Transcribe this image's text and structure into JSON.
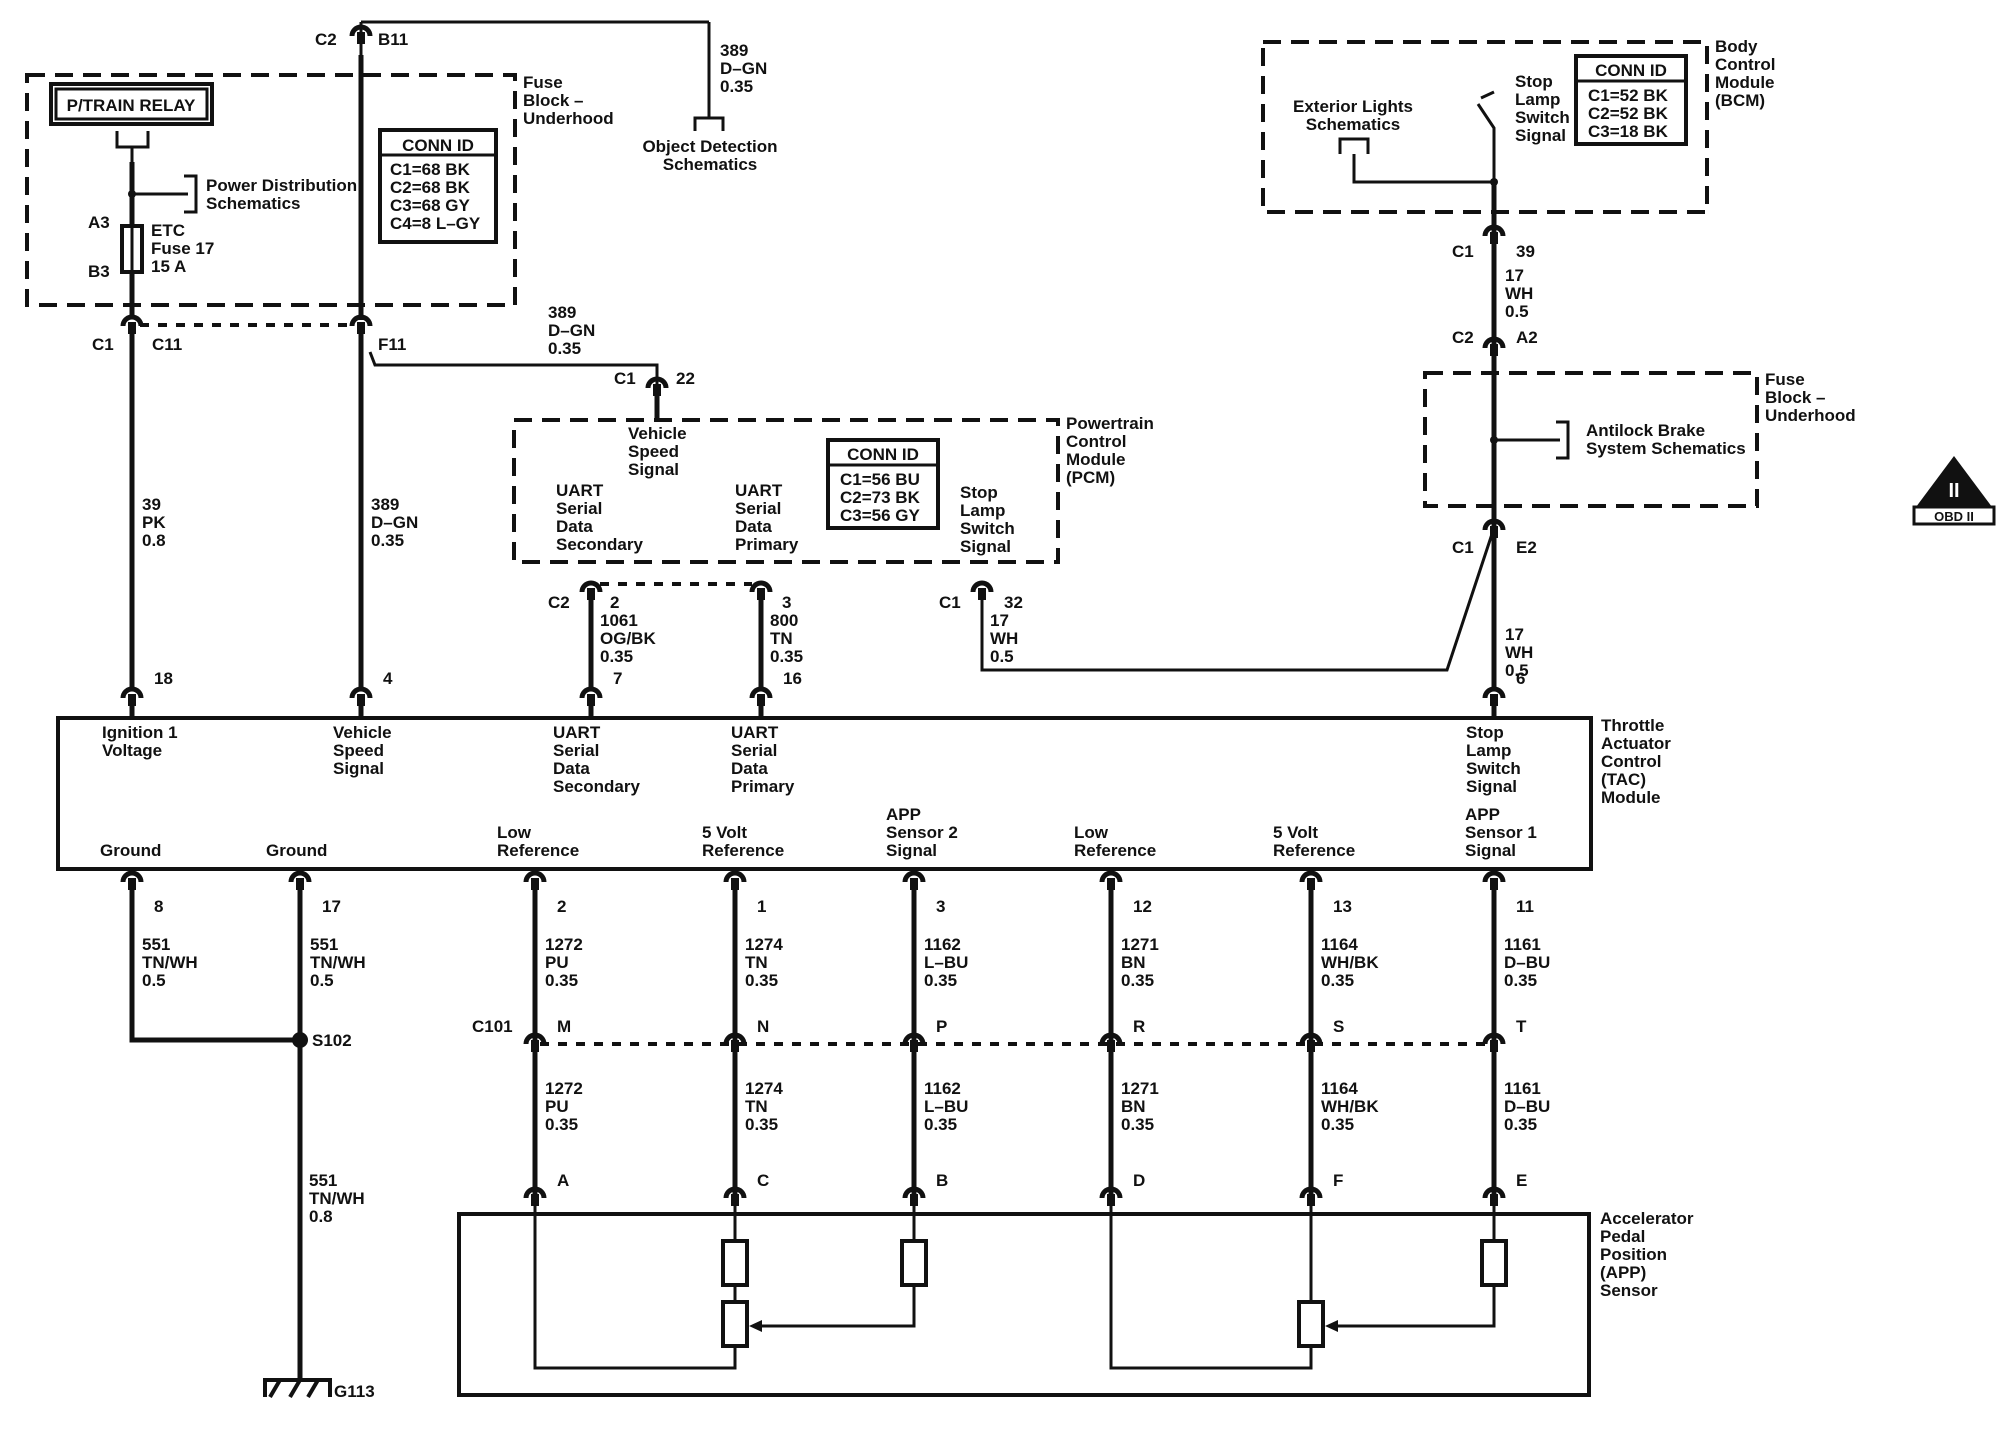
{
  "relay": {
    "label": "P/TRAIN RELAY"
  },
  "fuse_block_top": {
    "label": [
      "Fuse",
      "Block –",
      "Underhood"
    ]
  },
  "power_dist": {
    "label": [
      "Power Distribution",
      "Schematics"
    ]
  },
  "etc_fuse": {
    "top_pin": "A3",
    "bottom_pin": "B3",
    "label": [
      "ETC",
      "Fuse 17",
      "15 A"
    ]
  },
  "conn_id_fuse": {
    "title": "CONN ID",
    "rows": [
      "C1=68 BK",
      "C2=68 BK",
      "C3=68 GY",
      "C4=8 L–GY"
    ]
  },
  "top_conn": {
    "left": "C2",
    "right": "B11"
  },
  "top_wire": {
    "lines": [
      "389",
      "D–GN",
      "0.35"
    ]
  },
  "object_detection": {
    "label": [
      "Object Detection",
      "Schematics"
    ]
  },
  "c1_c11": {
    "left": "C1",
    "right": "C11"
  },
  "f11": {
    "label": "F11"
  },
  "pcm_feed_wire": {
    "lines": [
      "389",
      "D–GN",
      "0.35"
    ]
  },
  "pcm_c1_22": {
    "left": "C1",
    "right": "22"
  },
  "pcm": {
    "label": [
      "Powertrain",
      "Control",
      "Module",
      "(PCM)"
    ],
    "vss": [
      "Vehicle",
      "Speed",
      "Signal"
    ],
    "uart_secondary": [
      "UART",
      "Serial",
      "Data",
      "Secondary"
    ],
    "uart_primary": [
      "UART",
      "Serial",
      "Data",
      "Primary"
    ],
    "stop_lamp": [
      "Stop",
      "Lamp",
      "Switch",
      "Signal"
    ],
    "conn_id": {
      "title": "CONN ID",
      "rows": [
        "C1=56 BU",
        "C2=73 BK",
        "C3=56 GY"
      ]
    }
  },
  "wire_39": {
    "lines": [
      "39",
      "PK",
      "0.8"
    ]
  },
  "wire_389_vss": {
    "lines": [
      "389",
      "D–GN",
      "0.35"
    ]
  },
  "pcm_pins": {
    "c2": "C2",
    "pin2": "2",
    "wire_1061": [
      "1061",
      "OG/BK",
      "0.35"
    ],
    "pin3": "3",
    "wire_800": [
      "800",
      "TN",
      "0.35"
    ],
    "c1": "C1",
    "pin32": "32",
    "wire_17": [
      "17",
      "WH",
      "0.5"
    ]
  },
  "bcm": {
    "label": [
      "Body",
      "Control",
      "Module",
      "(BCM)"
    ],
    "ext_lights": [
      "Exterior Lights",
      "Schematics"
    ],
    "stop_lamp": [
      "Stop",
      "Lamp",
      "Switch",
      "Signal"
    ],
    "conn_id": {
      "title": "CONN ID",
      "rows": [
        "C1=52 BK",
        "C2=52 BK",
        "C3=18 BK"
      ]
    }
  },
  "bcm_c1": {
    "left": "C1",
    "right": "39"
  },
  "bcm_wire": {
    "lines": [
      "17",
      "WH",
      "0.5"
    ]
  },
  "fb_c2_a2": {
    "left": "C2",
    "right": "A2"
  },
  "fuse_block_right": {
    "label": [
      "Fuse",
      "Block –",
      "Underhood"
    ]
  },
  "abs": {
    "label": [
      "Antilock Brake",
      "System Schematics"
    ]
  },
  "fb_c1_e2": {
    "left": "C1",
    "right": "E2"
  },
  "stop_wire": {
    "lines": [
      "17",
      "WH",
      "0.5"
    ]
  },
  "obd": {
    "symbol": "II",
    "label": "OBD II"
  },
  "tac": {
    "label": [
      "Throttle",
      "Actuator",
      "Control",
      "(TAC)",
      "Module"
    ],
    "top_pins": [
      {
        "num": "18",
        "label": [
          "Ignition 1",
          "Voltage"
        ]
      },
      {
        "num": "4",
        "label": [
          "Vehicle",
          "Speed",
          "Signal"
        ]
      },
      {
        "num": "7",
        "label": [
          "UART",
          "Serial",
          "Data",
          "Secondary"
        ]
      },
      {
        "num": "16",
        "label": [
          "UART",
          "Serial",
          "Data",
          "Primary"
        ]
      },
      {
        "num": "6",
        "label": [
          "Stop",
          "Lamp",
          "Switch",
          "Signal"
        ]
      }
    ],
    "bottom_pins": [
      {
        "num": "8",
        "label": [
          "Ground"
        ],
        "wire": [
          "551",
          "TN/WH",
          "0.5"
        ]
      },
      {
        "num": "17",
        "label": [
          "Ground"
        ],
        "wire": [
          "551",
          "TN/WH",
          "0.5"
        ]
      },
      {
        "num": "2",
        "label": [
          "Low",
          "Reference"
        ],
        "wire": [
          "1272",
          "PU",
          "0.35"
        ],
        "c101": "M",
        "wire2": [
          "1272",
          "PU",
          "0.35"
        ],
        "app": "A"
      },
      {
        "num": "1",
        "label": [
          "5 Volt",
          "Reference"
        ],
        "wire": [
          "1274",
          "TN",
          "0.35"
        ],
        "c101": "N",
        "wire2": [
          "1274",
          "TN",
          "0.35"
        ],
        "app": "C"
      },
      {
        "num": "3",
        "label": [
          "APP",
          "Sensor 2",
          "Signal"
        ],
        "wire": [
          "1162",
          "L–BU",
          "0.35"
        ],
        "c101": "P",
        "wire2": [
          "1162",
          "L–BU",
          "0.35"
        ],
        "app": "B"
      },
      {
        "num": "12",
        "label": [
          "Low",
          "Reference"
        ],
        "wire": [
          "1271",
          "BN",
          "0.35"
        ],
        "c101": "R",
        "wire2": [
          "1271",
          "BN",
          "0.35"
        ],
        "app": "D"
      },
      {
        "num": "13",
        "label": [
          "5 Volt",
          "Reference"
        ],
        "wire": [
          "1164",
          "WH/BK",
          "0.35"
        ],
        "c101": "S",
        "wire2": [
          "1164",
          "WH/BK",
          "0.35"
        ],
        "app": "F"
      },
      {
        "num": "11",
        "label": [
          "APP",
          "Sensor 1",
          "Signal"
        ],
        "wire": [
          "1161",
          "D–BU",
          "0.35"
        ],
        "c101": "T",
        "wire2": [
          "1161",
          "D–BU",
          "0.35"
        ],
        "app": "E"
      }
    ]
  },
  "c101": {
    "label": "C101"
  },
  "splice": {
    "label": "S102"
  },
  "ground_wire": {
    "lines": [
      "551",
      "TN/WH",
      "0.8"
    ]
  },
  "ground": {
    "label": "G113"
  },
  "app_sensor": {
    "label": [
      "Accelerator",
      "Pedal",
      "Position",
      "(APP)",
      "Sensor"
    ]
  }
}
